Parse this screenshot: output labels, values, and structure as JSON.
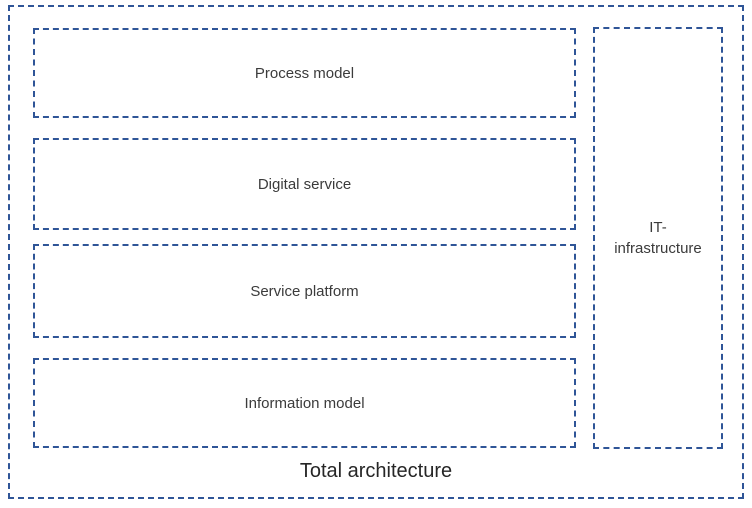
{
  "diagram": {
    "title": "Total architecture",
    "layers": [
      {
        "label": "Process model"
      },
      {
        "label": "Digital service"
      },
      {
        "label": "Service platform"
      },
      {
        "label": "Information model"
      }
    ],
    "side_box": {
      "label": "IT-infrastructure"
    },
    "colors": {
      "dash_blue": "#2F5597",
      "label_text": "#3B3B3B",
      "title_text": "#262626",
      "background": "#FFFFFF"
    }
  }
}
